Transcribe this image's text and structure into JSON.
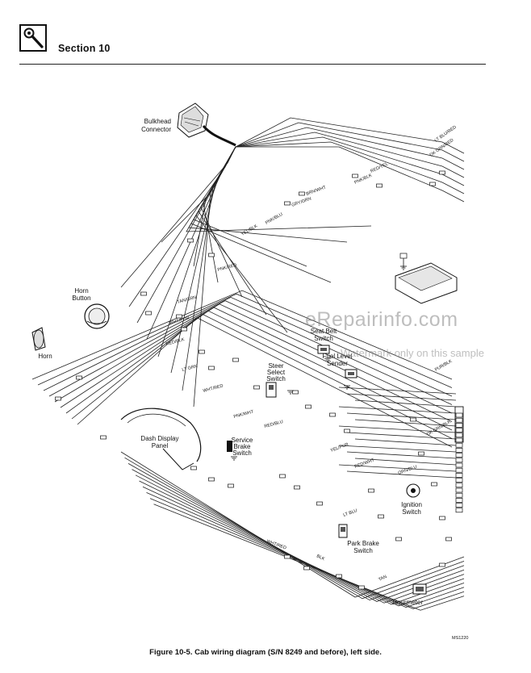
{
  "header": {
    "section_title": "Section 10",
    "icon": "wrench-icon"
  },
  "diagram": {
    "components": {
      "bulkhead": [
        "Bulkhead",
        "Connector"
      ],
      "horn_button": [
        "Horn",
        "Button"
      ],
      "horn": [
        "Horn"
      ],
      "seat_belt": [
        "Seat Belt",
        "Switch"
      ],
      "fuel_level": [
        "Fuel Level",
        "Sender"
      ],
      "steer_select": [
        "Steer",
        "Select",
        "Switch"
      ],
      "dash_display": [
        "Dash Display",
        "Panel"
      ],
      "service_brake": [
        "Service",
        "Brake",
        "Switch"
      ],
      "ignition": [
        "Ignition",
        "Switch"
      ],
      "park_brake": [
        "Park Brake",
        "Switch"
      ],
      "hourmeter": [
        "Hourmeter"
      ]
    },
    "wire_codes": [
      "LT BLU/RED",
      "DK GRN/RED",
      "RED/YEL",
      "PNK/BLK",
      "BRN/WHT",
      "GRY/GRN",
      "PNK/BLU",
      "YEL/BLK",
      "PNK/RED",
      "TAN/GRN",
      "WHT/PUR",
      "RED/BLK",
      "LT GRN",
      "WHT/RED",
      "PNK/WHT",
      "RED/BLU",
      "YEL/PUR",
      "RED/WHT",
      "ORN/BLU",
      "LT BLU",
      "WHT/RED",
      "BLK",
      "TAN",
      "DK GRN/BLK",
      "PUR/BLK"
    ],
    "figure_id": "MS1220"
  },
  "watermark": {
    "main": "eRepairinfo.com",
    "sub": "Watermark only on this sample"
  },
  "caption": "Figure 10-5.  Cab wiring diagram (S/N 8249 and before), left side."
}
